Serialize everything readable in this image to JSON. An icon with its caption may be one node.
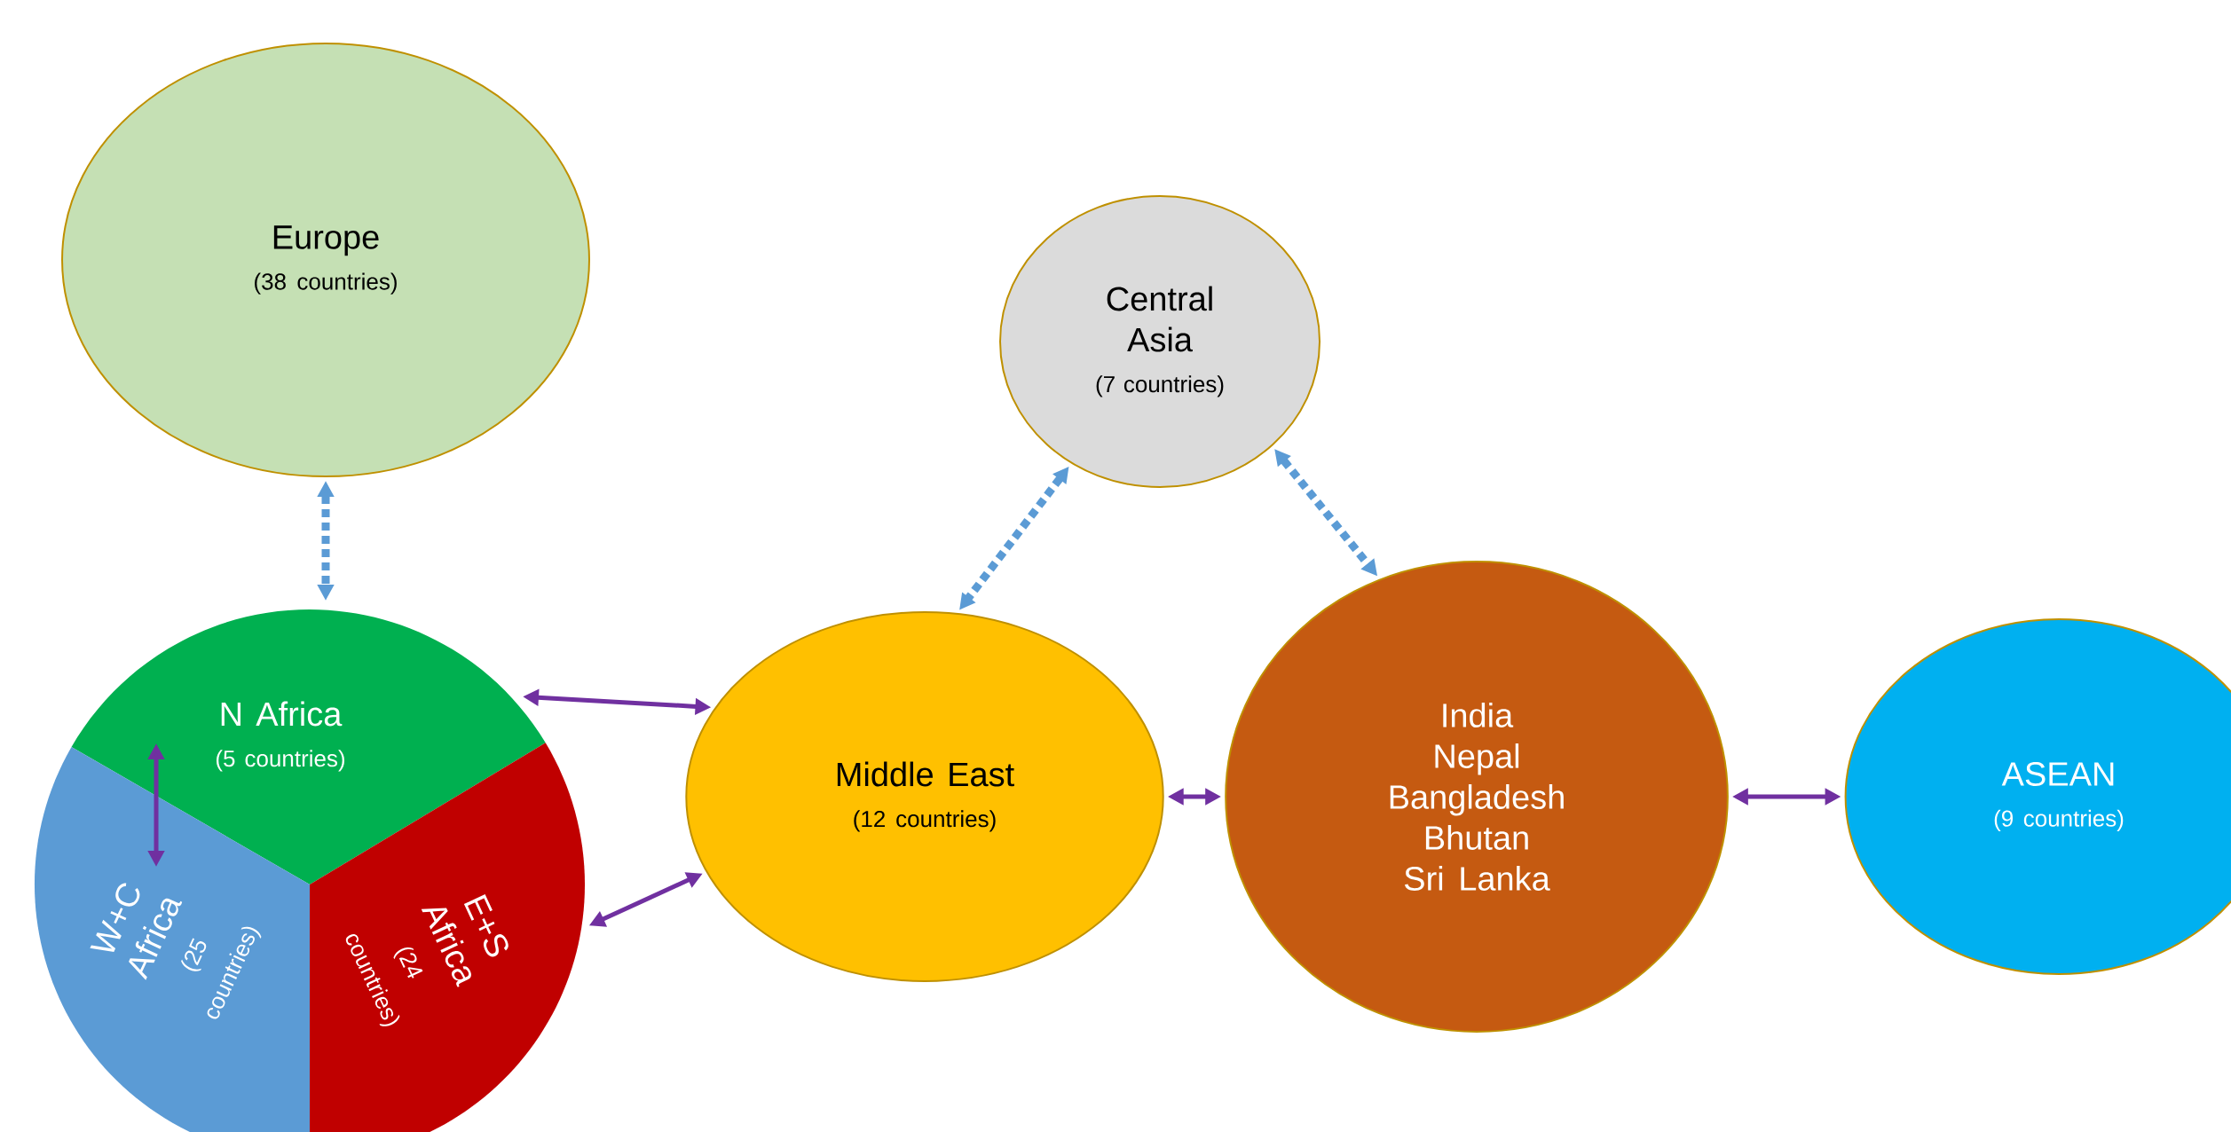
{
  "diagram": {
    "nodes": [
      {
        "text": [
          "Europe",
          "(38 countries)"
        ]
      },
      {
        "text": [
          "Central Asia",
          "(7 countries)"
        ]
      },
      {
        "text": [
          "N Africa",
          "(5 countries)"
        ]
      },
      {
        "text": [
          "Middle East",
          "(12 countries)"
        ]
      },
      {
        "text": [
          "India",
          "Nepal",
          "Bangladesh",
          "Bhutan",
          "Sri Lanka"
        ]
      },
      {
        "text": [
          "ASEAN",
          "(9 countries)"
        ]
      },
      {
        "text": [
          "W+C Africa",
          "(25 countries)"
        ]
      },
      {
        "text": [
          "E+S Africa",
          "(24 countries)"
        ]
      }
    ],
    "edges": [
      {
        "from": 0,
        "to": 2,
        "arrow": "both",
        "style": "dashed",
        "color": "#5b9bd5"
      },
      {
        "from": 1,
        "to": 3,
        "arrow": "both",
        "style": "dashed",
        "color": "#5b9bd5"
      },
      {
        "from": 1,
        "to": 4,
        "arrow": "both",
        "style": "dashed",
        "color": "#5b9bd5"
      },
      {
        "from": 2,
        "to": 3,
        "arrow": "both"
      },
      {
        "from": 7,
        "to": 3,
        "arrow": "both"
      },
      {
        "from": 3,
        "to": 4,
        "arrow": "both"
      },
      {
        "from": 4,
        "to": 5,
        "arrow": "both"
      },
      {
        "from": 2,
        "to": 6,
        "arrow": "both"
      }
    ]
  }
}
